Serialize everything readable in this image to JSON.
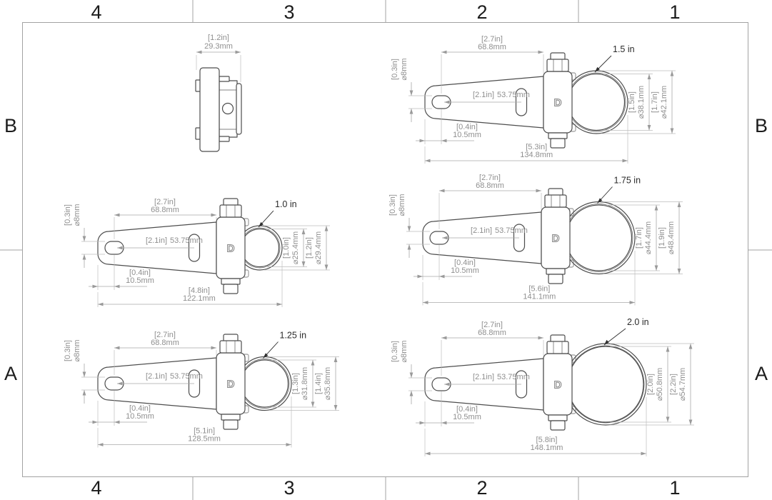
{
  "sheet": {
    "cols": [
      "4",
      "3",
      "2",
      "1"
    ],
    "rows": [
      "B",
      "A"
    ]
  },
  "logo": "D",
  "side_view": {
    "width_in": "[1.2in]",
    "width_mm": "29.3mm"
  },
  "views": [
    {
      "callout": "1.0 in",
      "arm_in": "[2.7in]",
      "arm_mm": "68.8mm",
      "hole_in": "[0.3in]",
      "hole_mm": "⌀8mm",
      "slot_in": "[2.1in]",
      "slot_mm": "53.75mm",
      "edge_in": "[0.4in]",
      "edge_mm": "10.5mm",
      "total_in": "[4.8in]",
      "total_mm": "122.1mm",
      "clamp_in": "[1.0in]",
      "clamp_mm": "⌀25.4mm",
      "outer_in": "[1.2in]",
      "outer_mm": "⌀29.4mm"
    },
    {
      "callout": "1.25 in",
      "arm_in": "[2.7in]",
      "arm_mm": "68.8mm",
      "hole_in": "[0.3in]",
      "hole_mm": "⌀8mm",
      "slot_in": "[2.1in]",
      "slot_mm": "53.75mm",
      "edge_in": "[0.4in]",
      "edge_mm": "10.5mm",
      "total_in": "[5.1in]",
      "total_mm": "128.5mm",
      "clamp_in": "[1.3in]",
      "clamp_mm": "⌀31.8mm",
      "outer_in": "[1.4in]",
      "outer_mm": "⌀35.8mm"
    },
    {
      "callout": "1.5 in",
      "arm_in": "[2.7in]",
      "arm_mm": "68.8mm",
      "hole_in": "[0.3in]",
      "hole_mm": "⌀8mm",
      "slot_in": "[2.1in]",
      "slot_mm": "53.75mm",
      "edge_in": "[0.4in]",
      "edge_mm": "10.5mm",
      "total_in": "[5.3in]",
      "total_mm": "134.8mm",
      "clamp_in": "[1.5in]",
      "clamp_mm": "⌀38.1mm",
      "outer_in": "[1.7in]",
      "outer_mm": "⌀42.1mm"
    },
    {
      "callout": "1.75 in",
      "arm_in": "[2.7in]",
      "arm_mm": "68.8mm",
      "hole_in": "[0.3in]",
      "hole_mm": "⌀8mm",
      "slot_in": "[2.1in]",
      "slot_mm": "53.75mm",
      "edge_in": "[0.4in]",
      "edge_mm": "10.5mm",
      "total_in": "[5.6in]",
      "total_mm": "141.1mm",
      "clamp_in": "[1.7in]",
      "clamp_mm": "⌀44.4mm",
      "outer_in": "[1.9in]",
      "outer_mm": "⌀48.4mm"
    },
    {
      "callout": "2.0 in",
      "arm_in": "[2.7in]",
      "arm_mm": "68.8mm",
      "hole_in": "[0.3in]",
      "hole_mm": "⌀8mm",
      "slot_in": "[2.1in]",
      "slot_mm": "53.75mm",
      "edge_in": "[0.4in]",
      "edge_mm": "10.5mm",
      "total_in": "[5.8in]",
      "total_mm": "148.1mm",
      "clamp_in": "[2.0in]",
      "clamp_mm": "⌀50.8mm",
      "outer_in": "[2.2in]",
      "outer_mm": "⌀54.7mm"
    }
  ]
}
